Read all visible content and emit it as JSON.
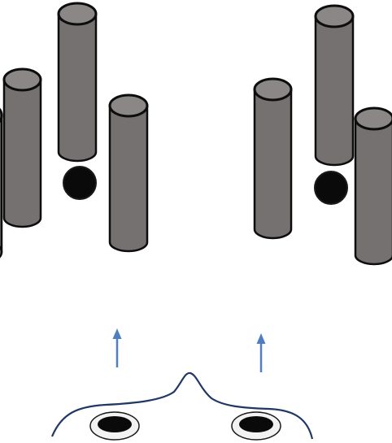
{
  "figure": {
    "description_labels": [],
    "colors": {
      "background": "#ffffff",
      "cylinder_body": "#767171",
      "cylinder_top": "#8c8787",
      "outline": "#0d0d0d",
      "ball": "#0a0a0a",
      "arrow": "#4f7fc0",
      "face_line": "#1f3864",
      "eye_ring": "#f2f2f2"
    },
    "left_view": {
      "rods": [
        "rod-tall-back",
        "rod-left",
        "rod-right-front",
        "rod-edge-partial"
      ],
      "ball": "ball-left"
    },
    "right_view": {
      "rods": [
        "rod-center",
        "rod-tall-back",
        "rod-right-front"
      ],
      "ball": "ball-right"
    },
    "arrows": [
      "arrow-left-eye",
      "arrow-right-eye"
    ],
    "observer": {
      "eyes": [
        "left-eye",
        "right-eye"
      ],
      "features": [
        "head-outline",
        "nose"
      ]
    }
  }
}
